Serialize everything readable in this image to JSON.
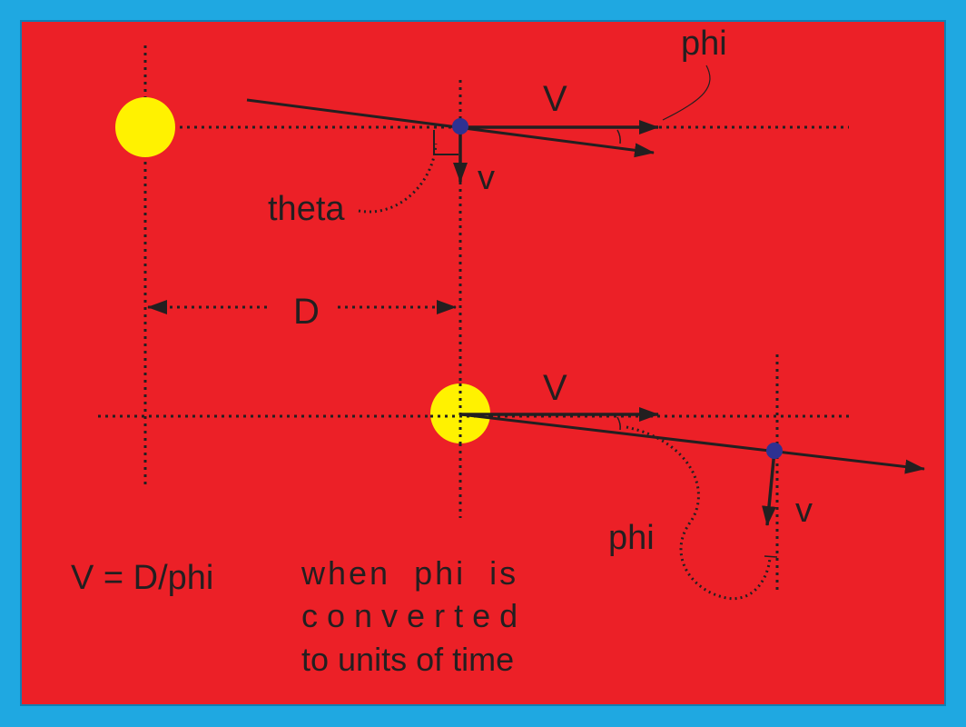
{
  "labels": {
    "phi_top": "phi",
    "V_top": "V",
    "v_top": "v",
    "theta": "theta",
    "D": "D",
    "V_bottom": "V",
    "v_bottom": "v",
    "phi_bottom": "phi",
    "formula": "V = D/phi",
    "note_line1": "when  phi  is",
    "note_line2": "c o n v e r t e d",
    "note_line3": "to units of time"
  },
  "colors": {
    "border": "#1fa8e1",
    "background": "#ec2027",
    "sun": "#fff200",
    "body": "#2e3192",
    "ink": "#231f20"
  }
}
